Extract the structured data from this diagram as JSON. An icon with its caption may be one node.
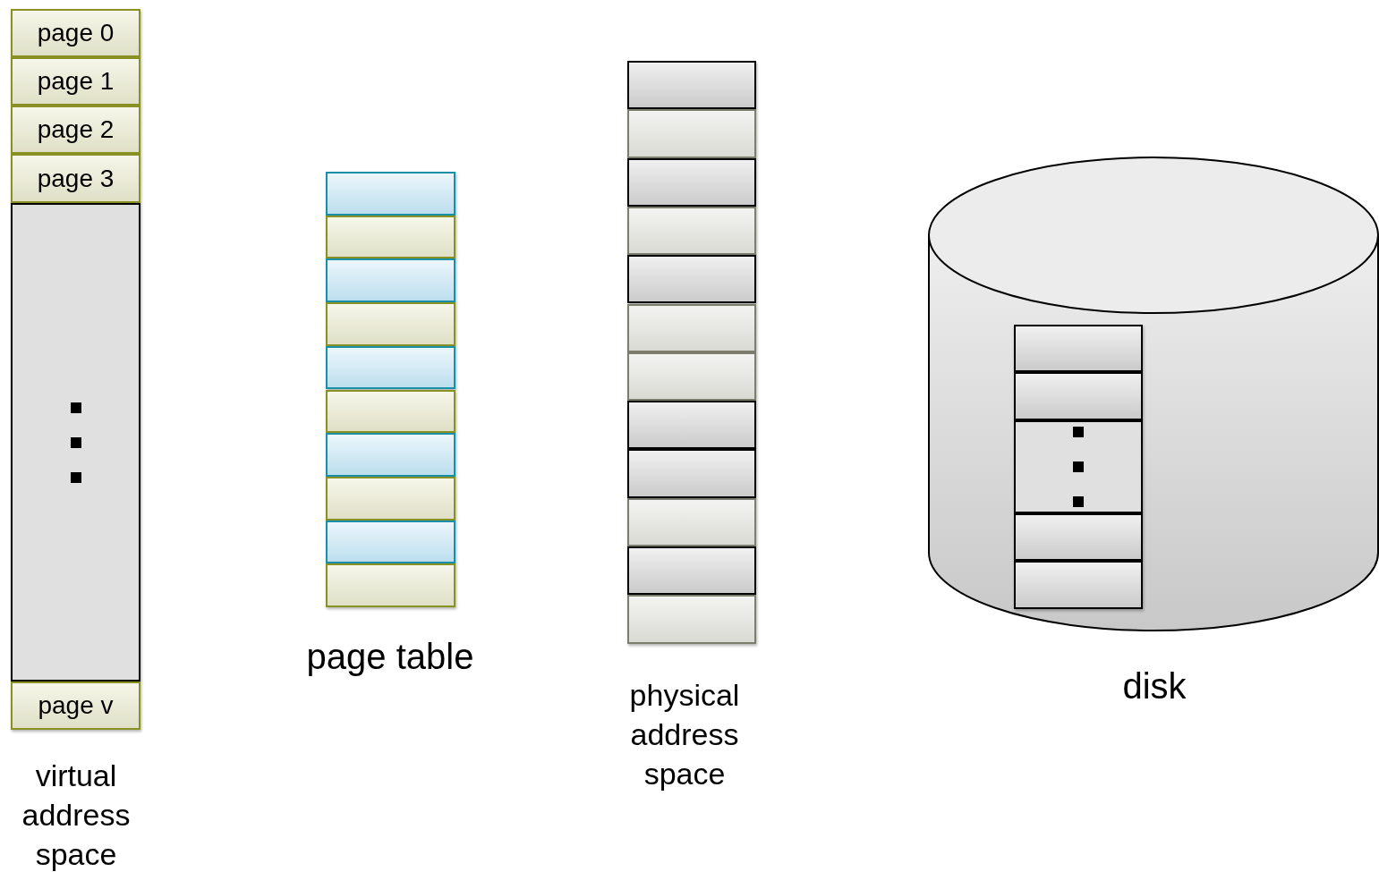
{
  "diagram": {
    "nodes": [
      {
        "text": [
          "page 0"
        ]
      },
      {
        "text": [
          "page 1"
        ]
      },
      {
        "text": [
          "page 2"
        ]
      },
      {
        "text": [
          "page 3"
        ]
      },
      {
        "text": [],
        "shape": "box"
      },
      {
        "text": [
          "page v"
        ]
      },
      {
        "text": [],
        "shape": "box"
      },
      {
        "text": [],
        "shape": "box"
      },
      {
        "text": [],
        "shape": "box"
      },
      {
        "text": [],
        "shape": "box"
      },
      {
        "text": [],
        "shape": "box"
      },
      {
        "text": [],
        "shape": "box"
      },
      {
        "text": [],
        "shape": "box"
      },
      {
        "text": [],
        "shape": "box"
      },
      {
        "text": [],
        "shape": "box"
      },
      {
        "text": [],
        "shape": "box"
      },
      {
        "text": [],
        "shape": "box"
      },
      {
        "text": [],
        "shape": "box"
      },
      {
        "text": [],
        "shape": "box"
      },
      {
        "text": [],
        "shape": "box"
      },
      {
        "text": [],
        "shape": "box"
      },
      {
        "text": [],
        "shape": "box"
      },
      {
        "text": [],
        "shape": "box"
      },
      {
        "text": [],
        "shape": "box"
      },
      {
        "text": [],
        "shape": "box"
      },
      {
        "text": [],
        "shape": "box"
      },
      {
        "text": [],
        "shape": "box"
      },
      {
        "text": [],
        "shape": "box"
      },
      {
        "text": [],
        "shape": "cylinder"
      },
      {
        "text": [],
        "shape": "box",
        "in": 28
      },
      {
        "text": [],
        "shape": "box",
        "in": 28
      },
      {
        "text": [],
        "shape": "box",
        "in": 28
      },
      {
        "text": [],
        "shape": "box",
        "in": 28
      },
      {
        "text": [],
        "shape": "box",
        "in": 28
      }
    ],
    "labels": [
      "virtual address space",
      "page table",
      "physical address space",
      "disk"
    ]
  }
}
